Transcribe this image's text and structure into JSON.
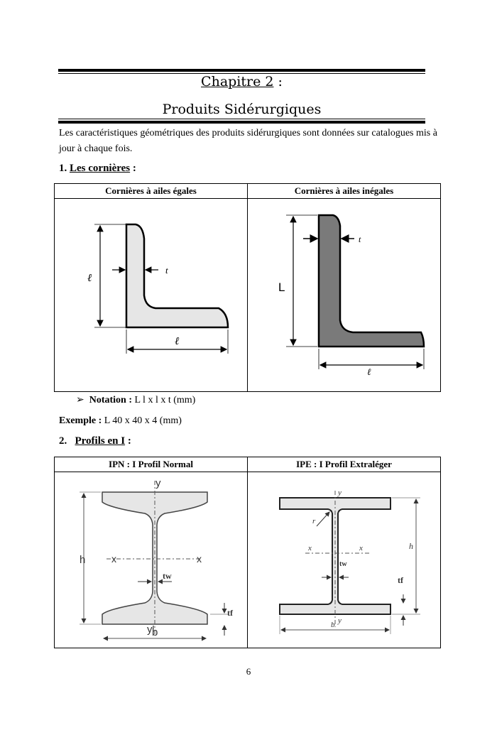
{
  "chapter": {
    "title_main": "Chapitre 2",
    "title_colon": " :",
    "subtitle": "Produits Sidérurgiques"
  },
  "intro": "Les caractéristiques géométriques des produits sidérurgiques sont données sur catalogues mis à jour à chaque fois.",
  "section1": {
    "number": "1.",
    "title": "Les cornières",
    "colon": " :",
    "col_left": "Cornières à ailes égales",
    "col_right": "Cornières à ailes inégales",
    "fig_left": {
      "dim_vertical": "ℓ",
      "dim_horizontal": "ℓ",
      "thickness": "t"
    },
    "fig_right": {
      "dim_vertical": "L",
      "dim_horizontal": "ℓ",
      "thickness": "t"
    },
    "notation_label": "Notation :",
    "notation_value": " L l x l x t (mm)",
    "example_label": "Exemple :",
    "example_value": " L 40 x 40 x 4 (mm)"
  },
  "section2": {
    "number": "2.",
    "title": "Profils en I",
    "colon": " :",
    "col_left": "IPN : I Profil Normal",
    "col_right": "IPE : I Profil Extraléger",
    "fig_left": {
      "y_top": "y",
      "y_bottom": "y'",
      "x_left": "x",
      "x_right": "x",
      "h": "h",
      "tw": "tw",
      "tf": "tf",
      "b": "b"
    },
    "fig_right": {
      "y_top": "y",
      "y_bottom": "y",
      "x_left": "x",
      "x_right": "x",
      "r": "r",
      "h": "h",
      "tw": "tw",
      "tf": "tf",
      "b": "b"
    }
  },
  "page_number": "6",
  "colors": {
    "fill_light": "#e6e6e6",
    "fill_dark": "#7a7a7a",
    "ink": "#000000"
  }
}
